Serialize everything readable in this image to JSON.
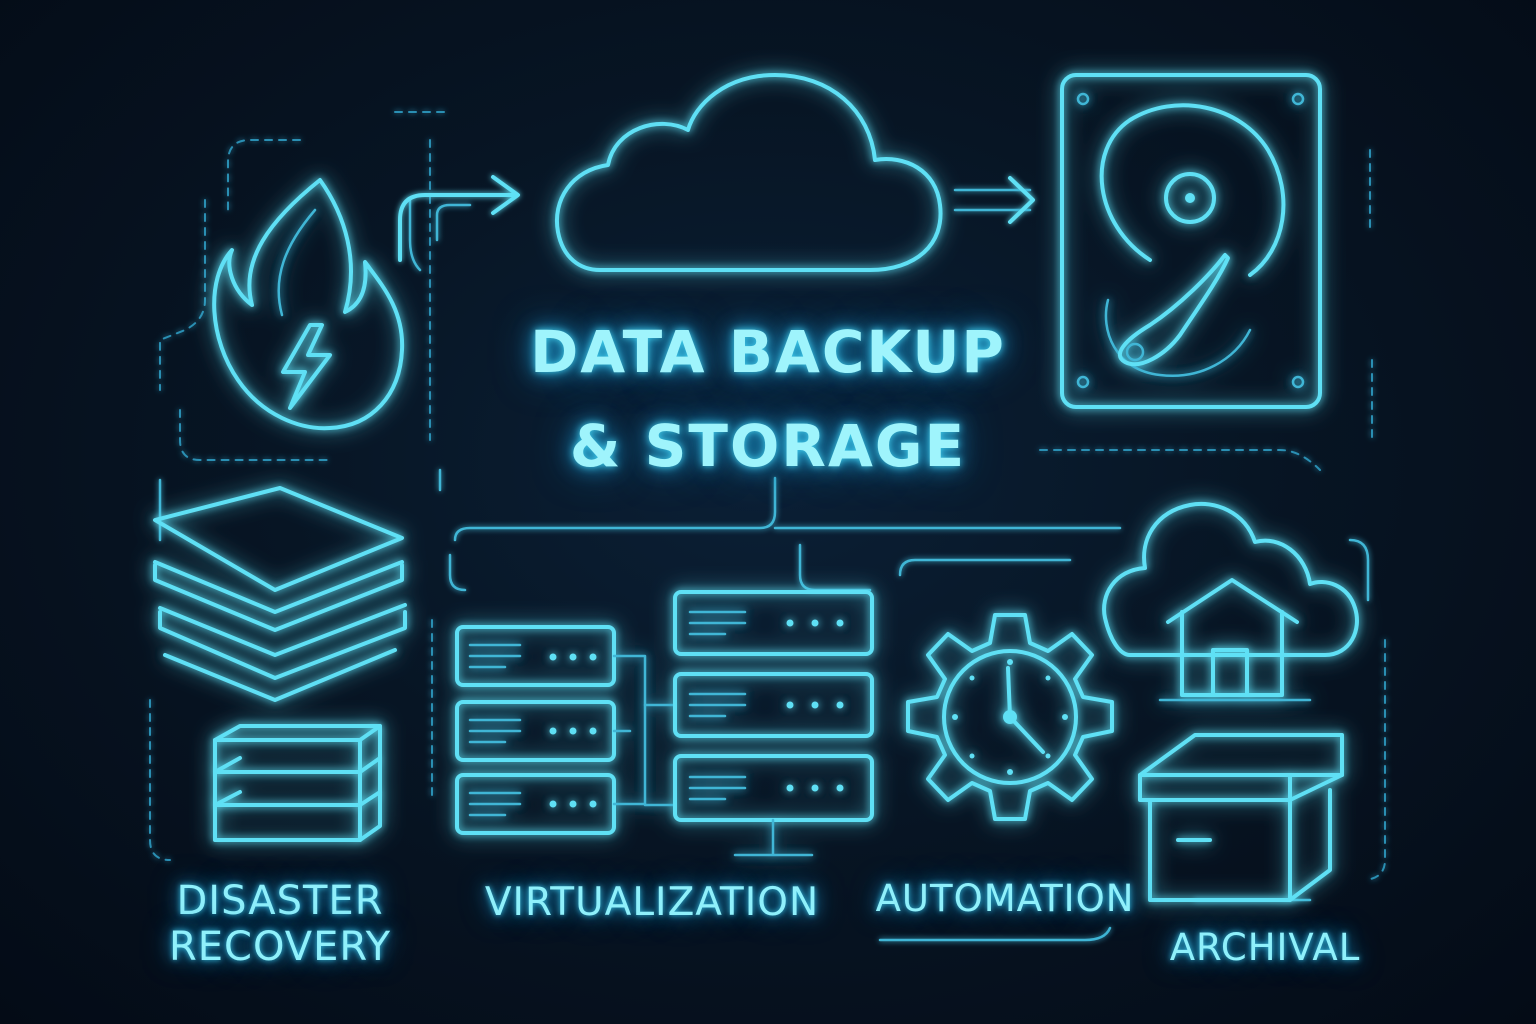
{
  "title": {
    "line1": "DATA BACKUP",
    "line2": "& STORAGE"
  },
  "labels": {
    "disaster_recovery_line1": "DISASTER",
    "disaster_recovery_line2": "RECOVERY",
    "virtualization": "VIRTUALIZATION",
    "automation": "AUTOMATION",
    "archival": "ARCHIVAL"
  },
  "icons": [
    "flame-lightning-icon",
    "cloud-icon",
    "hard-drive-icon",
    "stacked-layers-icon",
    "storage-blocks-icon",
    "server-rack-icon",
    "gear-clock-icon",
    "cloud-house-icon",
    "archive-box-icon"
  ],
  "colors": {
    "background": "#071524",
    "neon": "#5fe0f5",
    "text": "#8ff0fb"
  }
}
